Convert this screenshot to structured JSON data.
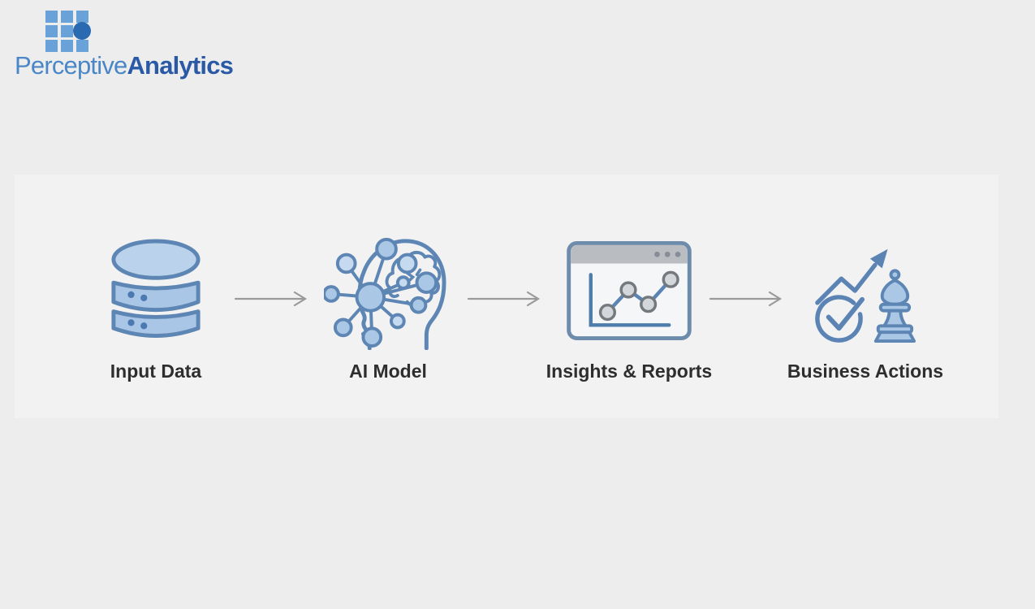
{
  "page": {
    "background_color": "#ededee",
    "panel_background_color": "#f2f2f3"
  },
  "logo": {
    "brand_part1": "Perceptive",
    "brand_part2": "Analytics",
    "part1_color": "#4b87c6",
    "part2_color": "#2a5aa5",
    "grid_square_color": "#68a2d8",
    "grid_dot_color": "#2a6ab0",
    "grid_icon": "logo-grid-icon"
  },
  "flow": {
    "stages": [
      {
        "id": "input-data",
        "label": "Input Data",
        "icon": "database-icon"
      },
      {
        "id": "ai-model",
        "label": "AI Model",
        "icon": "ai-brain-network-icon"
      },
      {
        "id": "insights-reports",
        "label": "Insights & Reports",
        "icon": "chart-window-icon"
      },
      {
        "id": "business-actions",
        "label": "Business Actions",
        "icon": "growth-check-chess-icon"
      }
    ],
    "connector": {
      "icon": "arrow-right-icon",
      "color": "#9a9a9a"
    }
  },
  "icon_colors": {
    "stroke_blue": "#5e86b4",
    "fill_light_blue": "#aac7e6",
    "fill_lighter_blue": "#c5d9ef",
    "fill_top_ellipse": "#bad2ec",
    "window_border": "#6d8cab",
    "window_titlebar": "#b9bdc2",
    "window_dot": "#878d96",
    "chart_line": "#5b84b5",
    "chart_node_fill": "#d3d6da",
    "chart_node_stroke": "#73797f",
    "db_dot": "#4c7ab0"
  },
  "label_color": "#2e2e2e"
}
